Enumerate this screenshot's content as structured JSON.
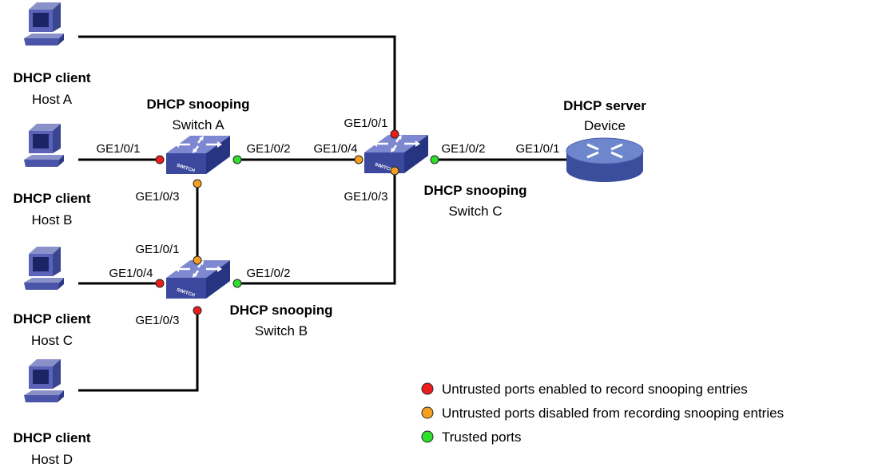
{
  "colors": {
    "untrusted_record": "#ee1c1c",
    "untrusted_norecord": "#f5a020",
    "trusted": "#2ee02e",
    "device_blue": "#4f5fb3",
    "device_dark": "#2c3a8f"
  },
  "hosts": {
    "a": {
      "role": "DHCP client",
      "name": "Host A",
      "icon": "computer-icon"
    },
    "b": {
      "role": "DHCP client",
      "name": "Host B",
      "icon": "computer-icon"
    },
    "c": {
      "role": "DHCP client",
      "name": "Host C",
      "icon": "computer-icon"
    },
    "d": {
      "role": "DHCP client",
      "name": "Host D",
      "icon": "computer-icon"
    }
  },
  "switches": {
    "a": {
      "role": "DHCP snooping",
      "name": "Switch A",
      "badge": "SWITCH",
      "icon": "switch-icon"
    },
    "b": {
      "role": "DHCP snooping",
      "name": "Switch B",
      "badge": "SWITCH",
      "icon": "switch-icon"
    },
    "c": {
      "role": "DHCP snooping",
      "name": "Switch C",
      "badge": "SWITCH",
      "icon": "switch-icon"
    }
  },
  "server": {
    "role": "DHCP server",
    "name": "Device",
    "icon": "router-icon"
  },
  "ports": {
    "sa_1": {
      "label": "GE1/0/1",
      "type": "untrusted_record"
    },
    "sa_2": {
      "label": "GE1/0/2",
      "type": "trusted"
    },
    "sa_3": {
      "label": "GE1/0/3",
      "type": "untrusted_norecord"
    },
    "sb_1": {
      "label": "GE1/0/1",
      "type": "untrusted_norecord"
    },
    "sb_2": {
      "label": "GE1/0/2",
      "type": "trusted"
    },
    "sb_3": {
      "label": "GE1/0/3",
      "type": "untrusted_record"
    },
    "sb_4": {
      "label": "GE1/0/4",
      "type": "untrusted_record"
    },
    "sc_1": {
      "label": "GE1/0/1",
      "type": "untrusted_record"
    },
    "sc_2": {
      "label": "GE1/0/2",
      "type": "trusted"
    },
    "sc_3": {
      "label": "GE1/0/3",
      "type": "untrusted_norecord"
    },
    "sc_4": {
      "label": "GE1/0/4",
      "type": "untrusted_norecord"
    },
    "dev_1": {
      "label": "GE1/0/1"
    }
  },
  "legend": [
    {
      "label": "Untrusted ports enabled to record snooping entries",
      "type": "untrusted_record"
    },
    {
      "label": "Untrusted ports disabled from recording snooping entries",
      "type": "untrusted_norecord"
    },
    {
      "label": "Trusted ports",
      "type": "trusted"
    }
  ]
}
